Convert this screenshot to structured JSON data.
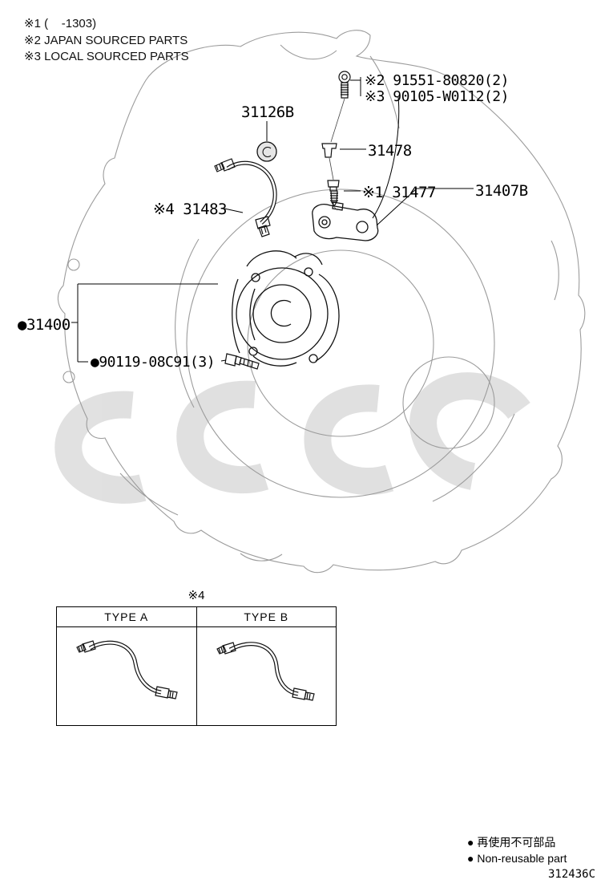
{
  "notes": {
    "note1": "※1 (    -1303)",
    "note2": "※2 JAPAN SOURCED PARTS",
    "note3": "※3 LOCAL SOURCED PARTS"
  },
  "parts": {
    "p31126b": "31126B",
    "p91551": "※2 91551-80820(2)",
    "p90105": "※3 90105-W0112(2)",
    "p31478": "31478",
    "p31477": "※1 31477",
    "p31407b": "31407B",
    "p31483": "※4 31483",
    "p31400": "●31400",
    "p90119": "●90119-08C91(3)"
  },
  "table": {
    "title": "※4",
    "col_a": "TYPE A",
    "col_b": "TYPE B"
  },
  "legend": {
    "jp": "● 再使用不可部品",
    "en": "● Non-reusable part"
  },
  "doc_code": "312436C",
  "colors": {
    "line_black": "#111111",
    "case_gray": "#9c9c9c",
    "watermark_gray": "#cdcdcd"
  }
}
